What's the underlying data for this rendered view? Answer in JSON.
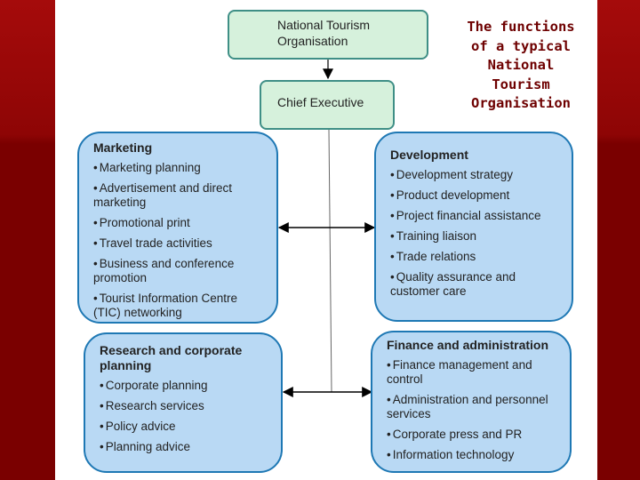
{
  "title": "The functions of a typical National Tourism Organisation",
  "colors": {
    "frame": "#7a0000",
    "title_text": "#6e0000",
    "top_box_fill": "#d6f1dc",
    "top_box_border": "#3f8f86",
    "dept_box_fill": "#b9d9f4",
    "dept_box_border": "#1e78b4"
  },
  "org_chart": {
    "top": "National Tourism Organisation",
    "chief": "Chief Executive",
    "marketing": {
      "title": "Marketing",
      "items": [
        "Marketing planning",
        "Advertisement and direct marketing",
        "Promotional print",
        "Travel trade activities",
        "Business and conference promotion",
        "Tourist Information Centre (TIC) networking"
      ]
    },
    "development": {
      "title": "Development",
      "items": [
        "Development strategy",
        "Product development",
        "Project financial assistance",
        "Training liaison",
        "Trade relations",
        "Quality assurance and customer care"
      ]
    },
    "research": {
      "title": "Research and corporate planning",
      "items": [
        "Corporate planning",
        "Research services",
        "Policy advice",
        "Planning advice"
      ]
    },
    "finance": {
      "title": "Finance and administration",
      "items": [
        "Finance management and control",
        "Administration and personnel services",
        "Corporate press and PR",
        "Information technology"
      ]
    }
  }
}
